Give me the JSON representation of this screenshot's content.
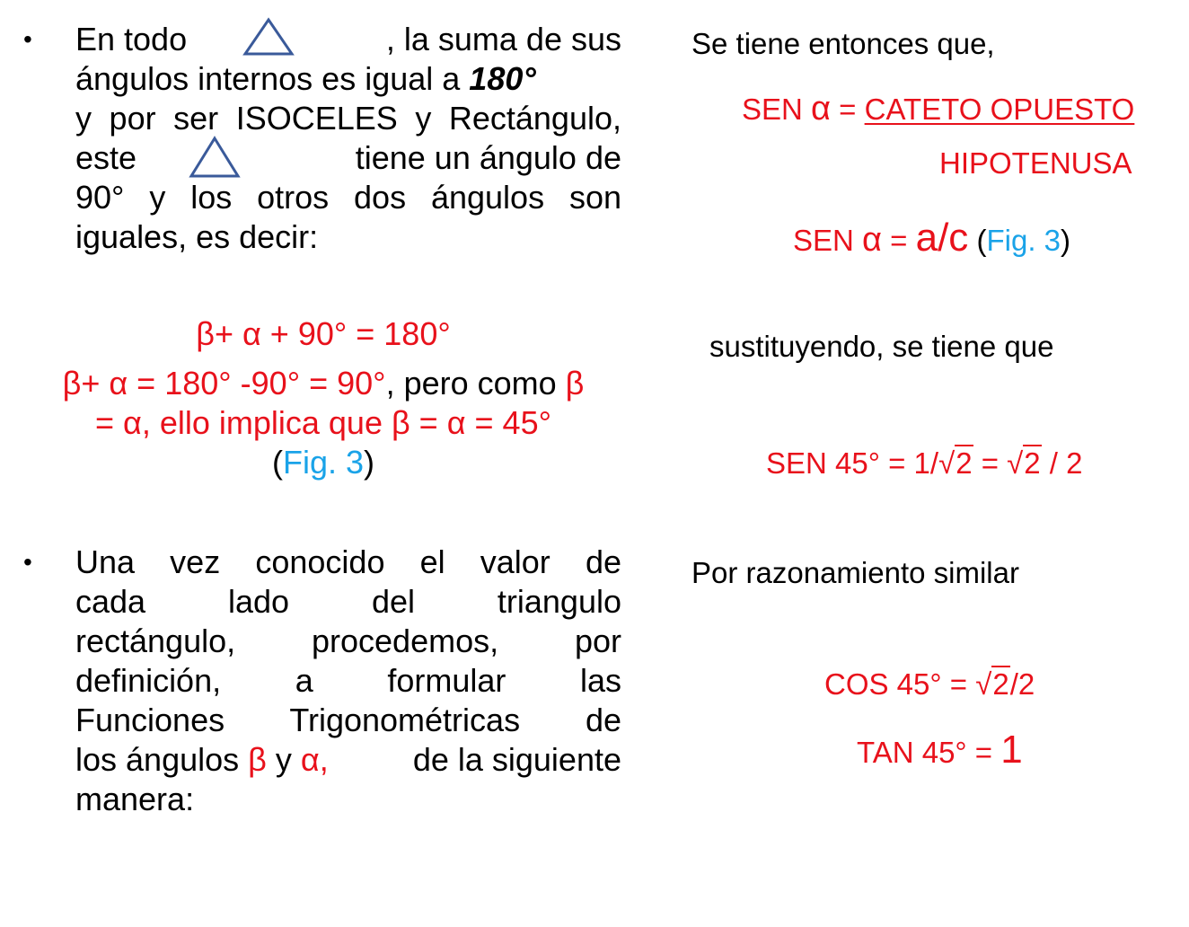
{
  "left": {
    "p1": {
      "l1a": "En todo",
      "l1b": ",  la suma de sus",
      "l2a": "ángulos  internos  es igual a ",
      "l2b": "180°",
      "l3": "y por ser ISOCELES y Rectángulo,",
      "l4a": "este",
      "l4b": "tiene un ángulo de",
      "l5": "90° y los otros dos ángulos  son",
      "l6": "iguales, es decir:"
    },
    "eq": {
      "e1": "β+ α + 90° = 180°",
      "e2a": "β+ α = 180° -90° = 90°",
      "e2b": ", pero como ",
      "e2c": "β",
      "e3": "= α, ello implica que  β = α  = 45°",
      "e4a": "(",
      "e4b": "Fig. 3",
      "e4c": ")"
    },
    "p2": {
      "l1": "Una vez conocido el valor de",
      "l2": "cada lado del triangulo",
      "l3": "rectángulo, procedemos, por",
      "l4": "definición, a formular las",
      "l5": "Funciones Trigonométricas de",
      "l6a": "los ángulos  ",
      "l6b": "β",
      "l6c": " y ",
      "l6d": "α,",
      "l6e": " de la siguiente",
      "l7": "manera:"
    }
  },
  "right": {
    "r1": "Se tiene entonces que,",
    "sen_def_a": "SEN ",
    "sen_def_alpha": "α",
    "sen_def_b": "  = ",
    "sen_def_num": "CATETO OPUESTO",
    "sen_def_den": "HIPOTENUSA",
    "sen_ac_a": "SEN ",
    "sen_ac_alpha": "α",
    "sen_ac_b": " = ",
    "sen_ac_c": "a/c",
    "sen_ac_d": " (",
    "sen_ac_fig": "Fig. 3",
    "sen_ac_e": ")",
    "r_sub": "sustituyendo, se tiene que",
    "sen45_a": "SEN 45° = 1/",
    "sen45_r1": "2",
    "sen45_b": " = ",
    "sen45_r2": "2",
    "sen45_c": " / 2",
    "r_sim": "Por razonamiento similar",
    "cos45_a": "COS 45° = ",
    "cos45_r": "2",
    "cos45_b": "/2",
    "tan45_a": "TAN 45° = ",
    "tan45_b": "1"
  },
  "colors": {
    "red": "#e8111b",
    "blue": "#1aa3e8",
    "triangle": "#3a5a9a"
  },
  "icons": {
    "triangle": "triangle-icon",
    "bullet": "bullet-icon"
  }
}
